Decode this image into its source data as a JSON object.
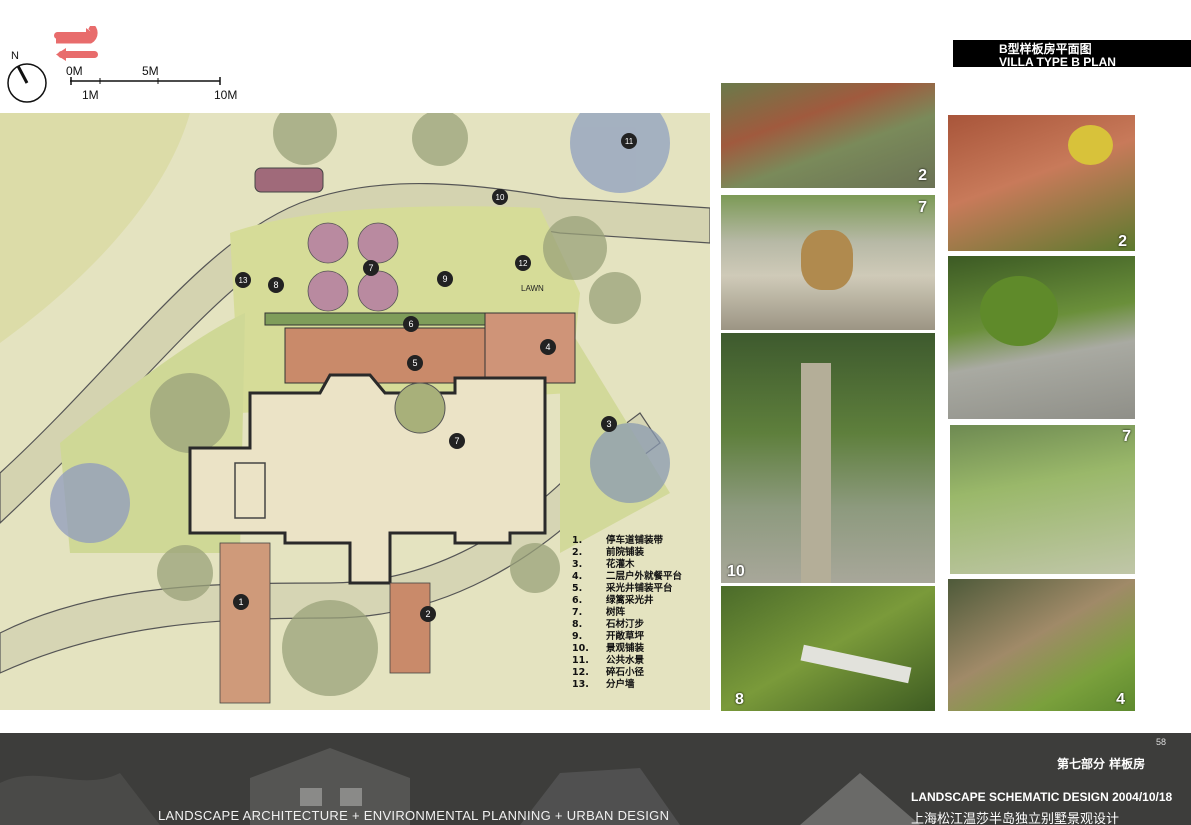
{
  "header": {
    "north_label": "N",
    "scale_labels": [
      "0M",
      "5M",
      "1M",
      "10M"
    ],
    "title_cn": "B型样板房平面图",
    "title_en": "VILLA TYPE B PLAN"
  },
  "plan": {
    "lawn_label": "LAWN",
    "markers": [
      "1",
      "2",
      "3",
      "4",
      "5",
      "6",
      "7",
      "7",
      "8",
      "9",
      "10",
      "11",
      "12",
      "13"
    ]
  },
  "legend": [
    {
      "num": "1.",
      "text": "停车道铺装带"
    },
    {
      "num": "2.",
      "text": "前院铺装"
    },
    {
      "num": "3.",
      "text": "花灌木"
    },
    {
      "num": "4.",
      "text": "二层户外就餐平台"
    },
    {
      "num": "5.",
      "text": "采光井铺装平台"
    },
    {
      "num": "6.",
      "text": "绿篱采光井"
    },
    {
      "num": "7.",
      "text": "树阵"
    },
    {
      "num": "8.",
      "text": "石材汀步"
    },
    {
      "num": "9.",
      "text": "开敞草坪"
    },
    {
      "num": "10.",
      "text": "景观铺装"
    },
    {
      "num": "11.",
      "text": "公共水景"
    },
    {
      "num": "12.",
      "text": "碎石小径"
    },
    {
      "num": "13.",
      "text": "分户墙"
    }
  ],
  "photos": [
    {
      "label": "2"
    },
    {
      "label": "7"
    },
    {
      "label": "10"
    },
    {
      "label": "8"
    },
    {
      "label": "2"
    },
    {
      "label": ""
    },
    {
      "label": "7"
    },
    {
      "label": "4"
    }
  ],
  "footer": {
    "tagline": "LANDSCAPE ARCHITECTURE + ENVIRONMENTAL PLANNING + URBAN DESIGN",
    "page_number": "58",
    "section": "第七部分 样板房",
    "schematic": "LANDSCAPE SCHEMATIC DESIGN 2004/10/18",
    "project": "上海松江温莎半岛独立别墅景观设计"
  },
  "colors": {
    "logo": "#e86c6c",
    "title_bg": "#000000",
    "footer_bg": "#3a3a38",
    "lawn": "#d9dca0",
    "paving": "#c98a6a"
  }
}
